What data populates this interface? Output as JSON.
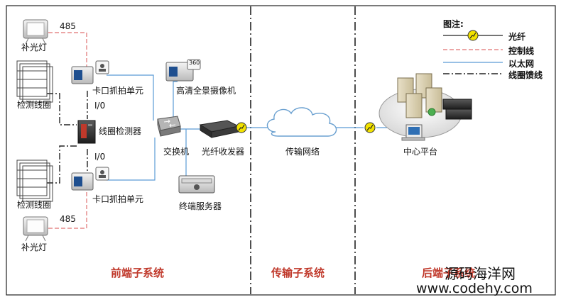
{
  "labels": {
    "supp_light_top": "补光灯",
    "loop_coil_top": "检测线圈",
    "capture_top": "卡口抓拍单元",
    "io_top": "I/0",
    "loop_detector": "线圈检测器",
    "io_bottom": "I/0",
    "capture_bottom": "卡口抓拍单元",
    "loop_coil_bottom": "检测线圈",
    "supp_light_bottom": "补光灯",
    "rs485_top": "485",
    "rs485_bottom": "485",
    "hd_camera": "高清全景摄像机",
    "switch": "交换机",
    "fiber_transceiver": "光纤收发器",
    "terminal_server": "终端服务器",
    "transport_network": "传输网络",
    "center_platform": "中心平台",
    "camera_badge": "360"
  },
  "sections": {
    "front": "前端子系统",
    "transport": "传输子系统",
    "back": "后端子系统"
  },
  "legend": {
    "title": "图注:",
    "fiber": "光纤",
    "control": "控制线",
    "ethernet": "以太网",
    "coil_feed": "线圈馈线"
  },
  "watermark": {
    "line1": "源码海洋网",
    "line2": "www.codehy.com"
  },
  "colors": {
    "control_line": "#e07070",
    "ethernet_line": "#5b9bd5",
    "section_text": "#c0392b",
    "fiber_node": "#f2e200"
  }
}
